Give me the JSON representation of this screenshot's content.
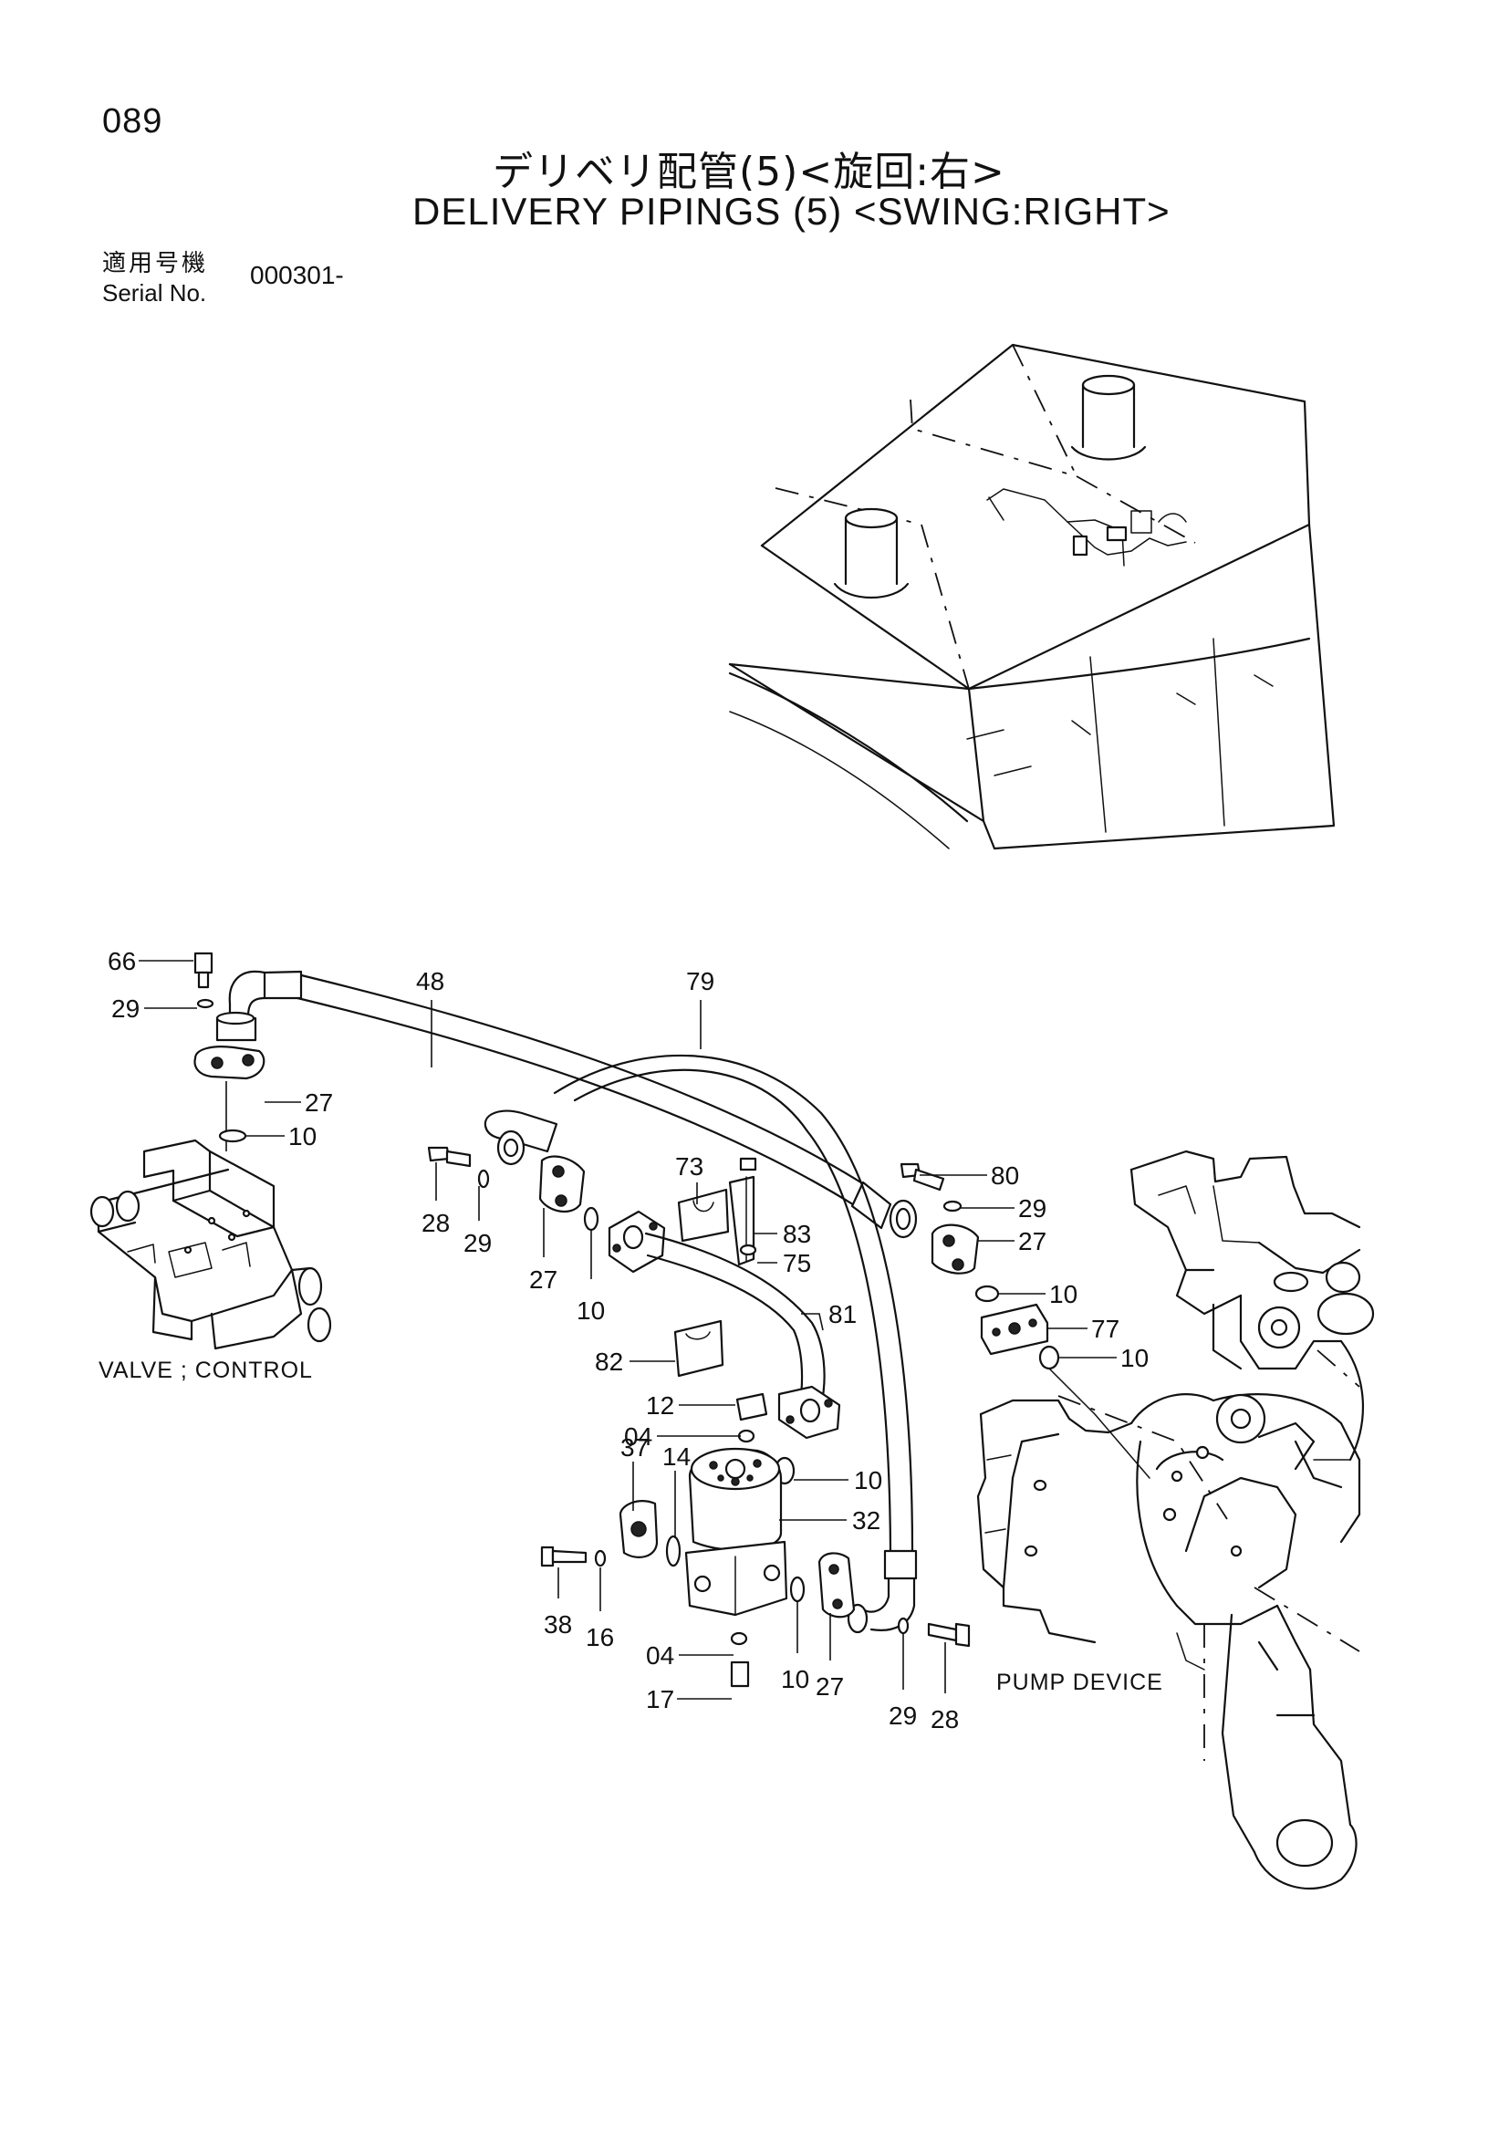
{
  "page_number": "089",
  "title_ja": "デリベリ配管(5)<旋回:右>",
  "title_en": "DELIVERY PIPINGS (5) <SWING:RIGHT>",
  "serial": {
    "label_ja": "適用号機",
    "label_en": "Serial No.",
    "value": "000301-"
  },
  "diagram": {
    "component_labels": {
      "valve_control": "VALVE ; CONTROL",
      "pump_device": "PUMP DEVICE"
    },
    "callouts": {
      "c66": "66",
      "c29a": "29",
      "c27a": "27",
      "c10a": "10",
      "c48": "48",
      "c79": "79",
      "c28a": "28",
      "c29b": "29",
      "c27b": "27",
      "c10b": "10",
      "c73": "73",
      "c83": "83",
      "c75": "75",
      "c80": "80",
      "c29c": "29",
      "c27c": "27",
      "c10c": "10",
      "c77": "77",
      "c10d": "10",
      "c81": "81",
      "c82": "82",
      "c12": "12",
      "c04a": "04",
      "c10e": "10",
      "c37": "37",
      "c14": "14",
      "c32": "32",
      "c38": "38",
      "c16": "16",
      "c04b": "04",
      "c17": "17",
      "c10f": "10",
      "c27d": "27",
      "c29d": "29",
      "c28b": "28"
    }
  }
}
